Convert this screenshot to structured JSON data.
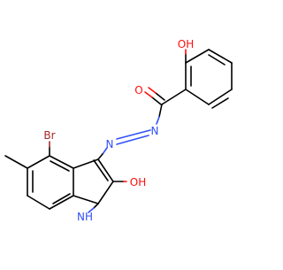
{
  "molecule": {
    "atom_labels": {
      "hydroxyl": "OH",
      "carbonyl_oxygen": "O",
      "hydrazone_n1": "N",
      "hydrazone_n2": "N",
      "bromine": "Br",
      "indole_oxygen": "OH",
      "indole_nh": "NH"
    },
    "colors": {
      "bond": "#000000",
      "oxygen": "#ff0d0d",
      "nitrogen": "#3050f8",
      "bromine": "#a62929"
    }
  }
}
